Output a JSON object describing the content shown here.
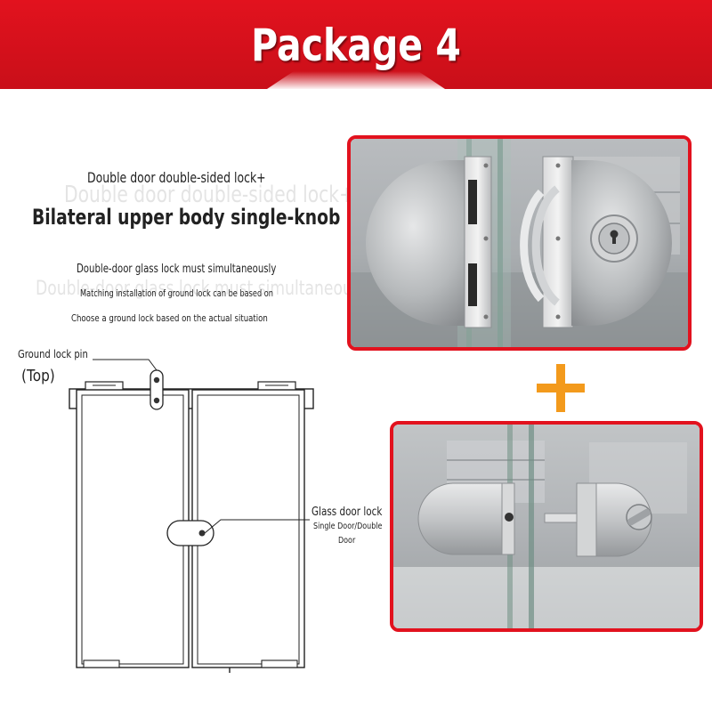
{
  "banner": {
    "title": "Package 4",
    "color": "#e2121e",
    "accent": "#ffffff"
  },
  "text": {
    "headline": "Double door double-sided lock+",
    "subhead": "Bilateral upper body single-knob bolt",
    "desc_line1": "Double-door glass lock must simultaneously",
    "desc_line2": "Matching installation of ground lock can be based on",
    "desc_line3": "Choose a ground lock based on the actual situation"
  },
  "diagram": {
    "ground_pin_label": "Ground lock pin",
    "ground_pin_position": "(Top)",
    "glass_lock_label": "Glass door lock",
    "glass_lock_type_line1": "Single Door/Double",
    "glass_lock_type_line2": "Door"
  },
  "photos": {
    "double_lock": {
      "icon": "double-sided-glass-door-lock-photo"
    },
    "knob_bolt": {
      "icon": "single-knob-bolt-lock-photo"
    },
    "frame_color": "#e2121e"
  },
  "plus": {
    "icon": "plus-icon",
    "color": "#f39a1c"
  }
}
